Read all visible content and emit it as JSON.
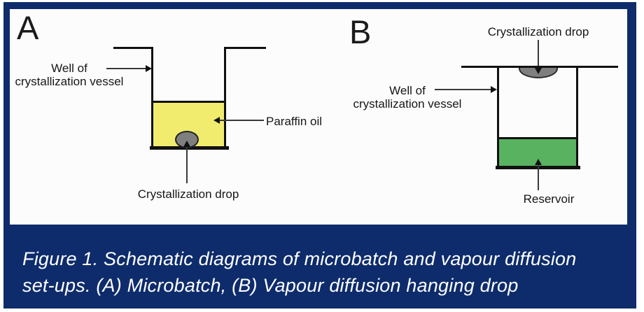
{
  "figure": {
    "panel_a": {
      "letter": "A",
      "well_label_line1": "Well of",
      "well_label_line2": "crystallization vessel",
      "paraffin_label": "Paraffin oil",
      "drop_label": "Crystallization drop"
    },
    "panel_b": {
      "letter": "B",
      "drop_label": "Crystallization drop",
      "well_label_line1": "Well of",
      "well_label_line2": "crystallization vessel",
      "reservoir_label": "Reservoir"
    },
    "caption": {
      "line1": "Figure 1. Schematic diagrams of microbatch and vapour diffusion",
      "line2": "set-ups. (A) Microbatch, (B) Vapour diffusion hanging drop"
    }
  },
  "colors": {
    "frame_navy": "#0e2c6b",
    "diagram_background": "#fcfcfd",
    "paraffin_oil_yellow": "#f1ec6e",
    "reservoir_green": "#58b260",
    "drop_gray": "#7f7f7f",
    "caption_text": "#ffffff"
  }
}
